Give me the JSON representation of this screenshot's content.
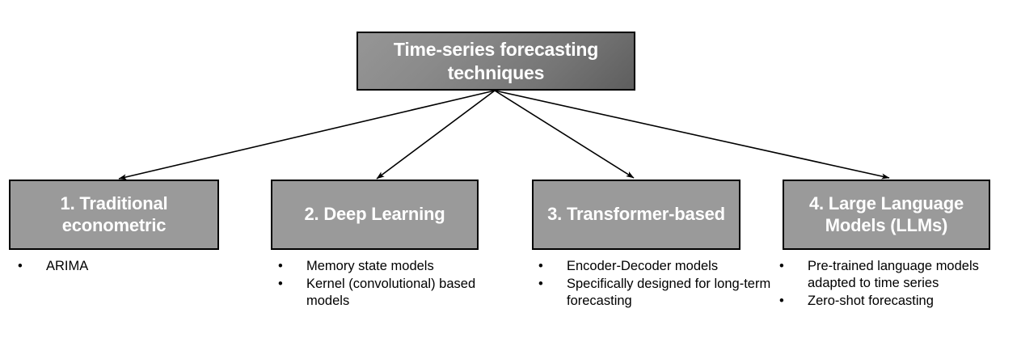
{
  "diagram": {
    "type": "tree-hierarchy",
    "root": {
      "title": "Time-series forecasting techniques",
      "fill_gradient_from": "#969696",
      "fill_gradient_to": "#5e5e5e",
      "text_color": "#ffffff",
      "border_color": "#000000"
    },
    "bullet_glyph": "•",
    "leaf_fill": "#9a9a9a",
    "arrow_color": "#000000",
    "branches": [
      {
        "title": "1. Traditional econometric",
        "bullets": [
          "ARIMA"
        ]
      },
      {
        "title": "2. Deep Learning",
        "bullets": [
          "Memory state models",
          "Kernel (convolutional) based models"
        ]
      },
      {
        "title": "3. Transformer-based",
        "bullets": [
          "Encoder-Decoder models",
          "Specifically designed for long-term forecasting"
        ]
      },
      {
        "title": "4. Large Language Models (LLMs)",
        "bullets": [
          "Pre-trained language models adapted to time series",
          "Zero-shot forecasting"
        ]
      }
    ]
  }
}
